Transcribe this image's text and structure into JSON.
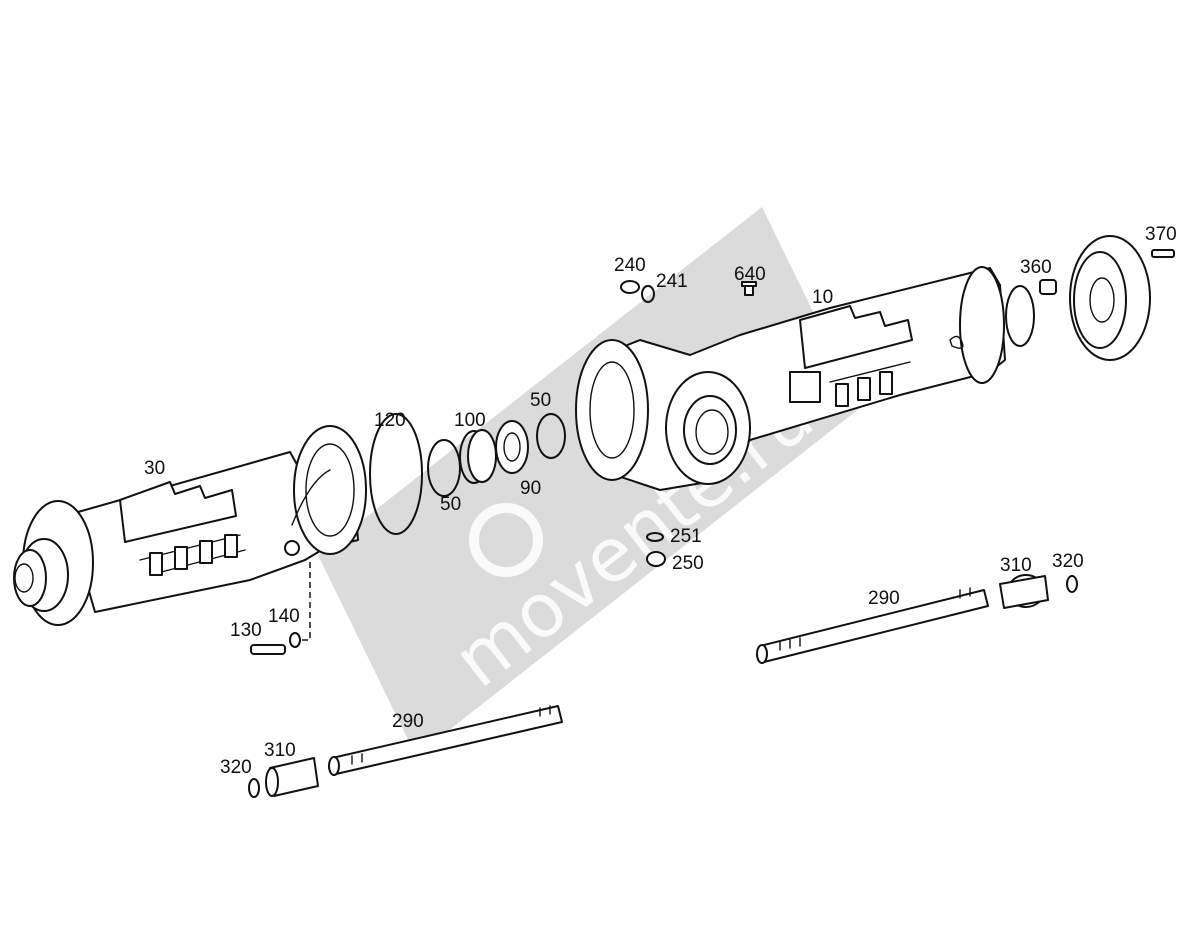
{
  "callouts": {
    "c10": "10",
    "c30": "30",
    "c50a": "50",
    "c50b": "50",
    "c90": "90",
    "c100": "100",
    "c120": "120",
    "c130": "130",
    "c140": "140",
    "c240": "240",
    "c241": "241",
    "c250": "250",
    "c251": "251",
    "c290a": "290",
    "c290b": "290",
    "c310a": "310",
    "c310b": "310",
    "c320a": "320",
    "c320b": "320",
    "c360": "360",
    "c370": "370",
    "c640": "640"
  },
  "watermark": {
    "text": "movente.ru"
  }
}
